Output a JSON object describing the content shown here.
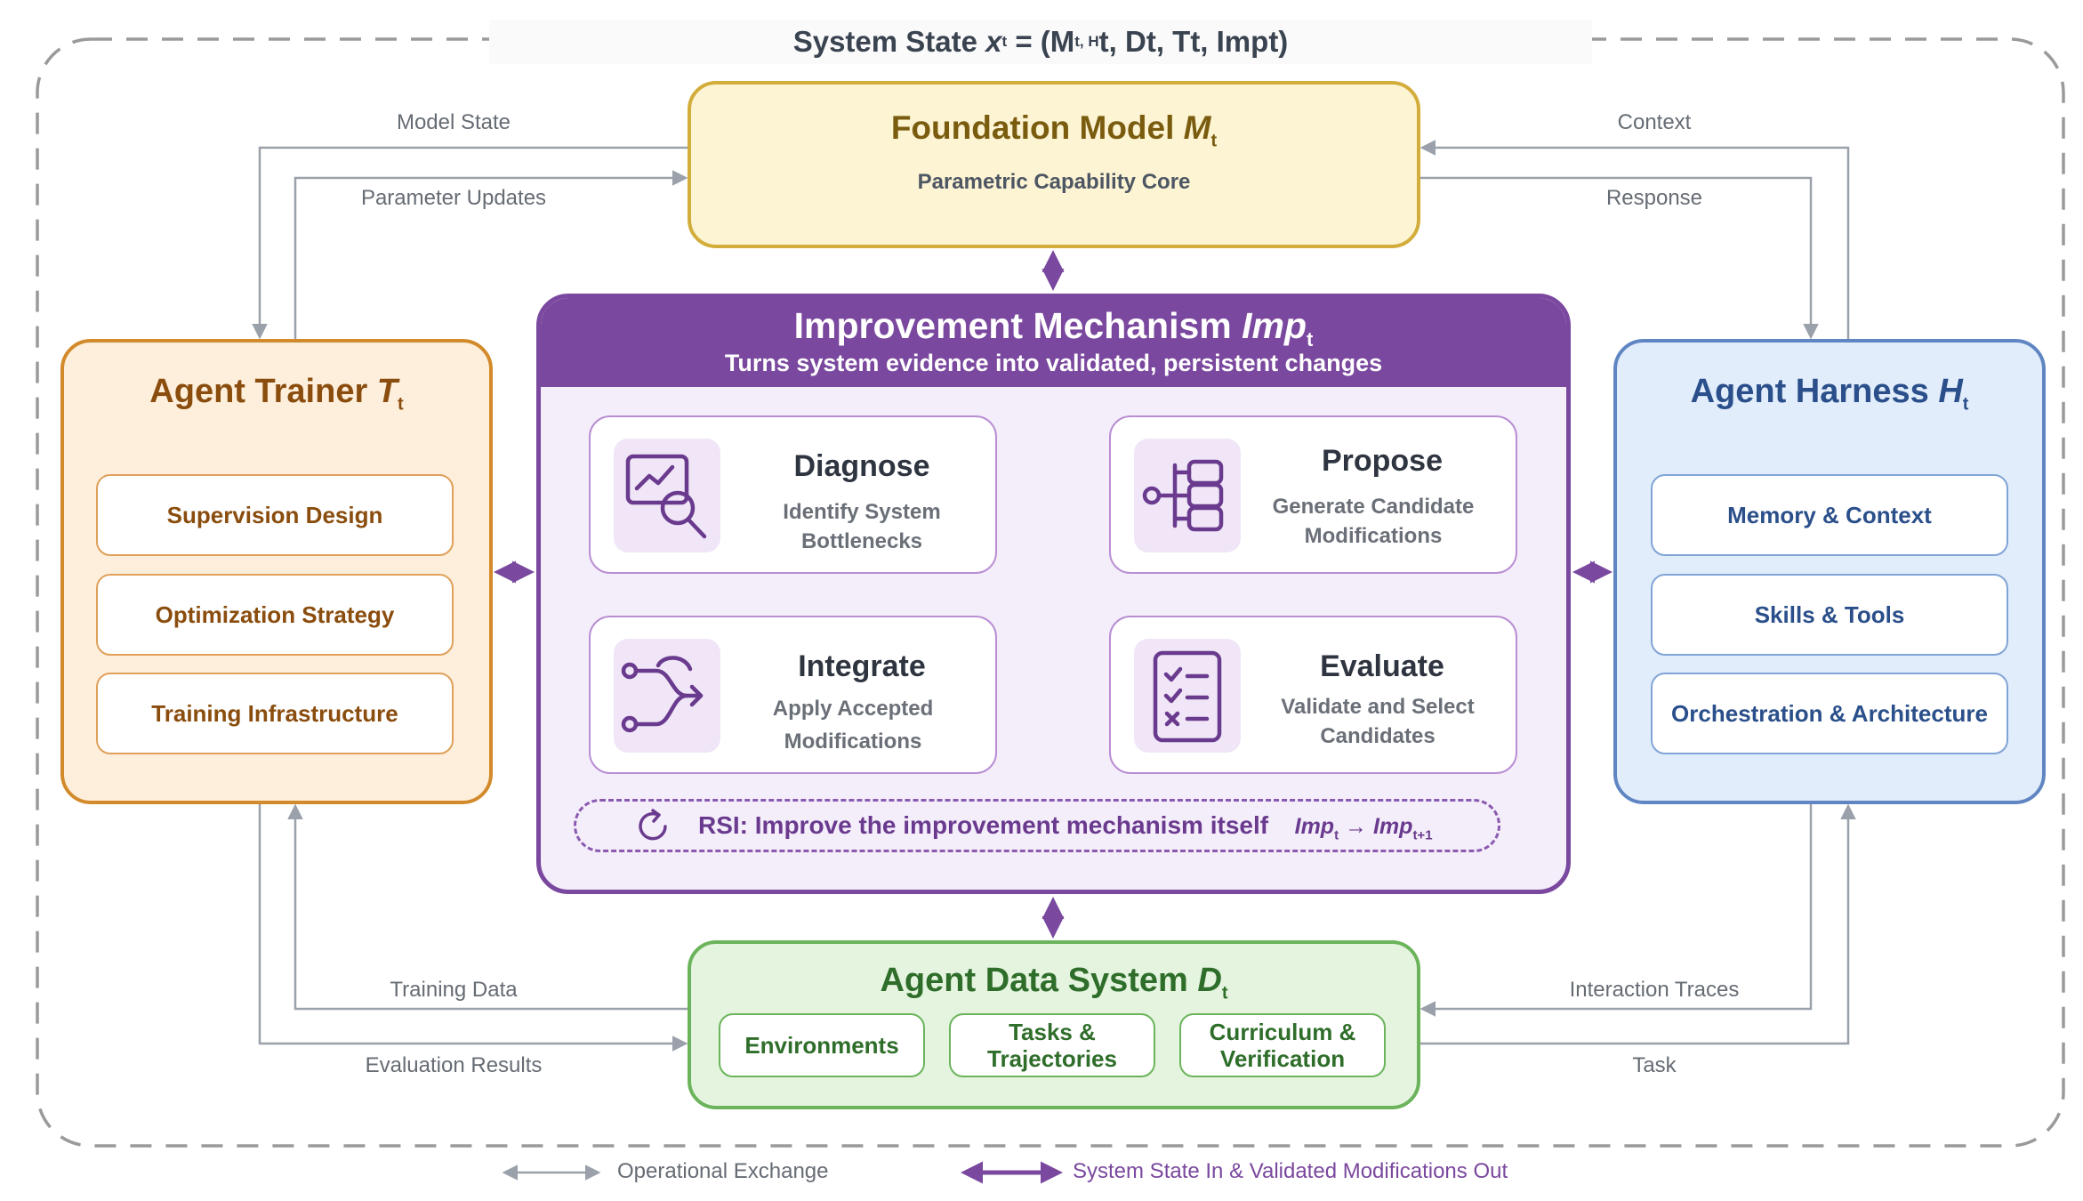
{
  "system_state": {
    "prefix": "System State ",
    "var": "x",
    "sub": "t",
    "suffix": " = (M",
    "tail": "t, H",
    "tail2": "t, D",
    "tail3": "t, T",
    "tail4": "t, Imp",
    "tail5": "t)"
  },
  "foundation_model": {
    "title": "Foundation Model ",
    "symbol": "M",
    "sub": "t",
    "subtitle": "Parametric Capability Core"
  },
  "agent_trainer": {
    "title": "Agent Trainer ",
    "symbol": "T",
    "sub": "t",
    "items": [
      "Supervision Design",
      "Optimization Strategy",
      "Training Infrastructure"
    ]
  },
  "agent_harness": {
    "title": "Agent Harness ",
    "symbol": "H",
    "sub": "t",
    "items": [
      "Memory & Context",
      "Skills & Tools",
      "Orchestration & Architecture"
    ]
  },
  "improvement": {
    "title": "Improvement Mechanism ",
    "symbol": "Imp",
    "sub": "t",
    "subtitle": "Turns system evidence into validated, persistent changes",
    "steps": {
      "diagnose": {
        "title": "Diagnose",
        "line1": "Identify System",
        "line2": "Bottlenecks"
      },
      "propose": {
        "title": "Propose",
        "line1": "Generate Candidate",
        "line2": "Modifications"
      },
      "integrate": {
        "title": "Integrate",
        "line1": "Apply Accepted",
        "line2": "Modifications"
      },
      "evaluate": {
        "title": "Evaluate",
        "line1": "Validate and Select",
        "line2": "Candidates"
      }
    },
    "rsi": {
      "text": "RSI: Improve the improvement mechanism itself",
      "from": "Imp",
      "from_sub": "t",
      "arrow": " → ",
      "to": "Imp",
      "to_sub": "t+1"
    }
  },
  "data_system": {
    "title": "Agent Data System ",
    "symbol": "D",
    "sub": "t",
    "items": [
      {
        "line1": "Environments",
        "line2": ""
      },
      {
        "line1": "Tasks &",
        "line2": "Trajectories"
      },
      {
        "line1": "Curriculum &",
        "line2": "Verification"
      }
    ]
  },
  "edge_labels": {
    "model_state": "Model State",
    "parameter_updates": "Parameter Updates",
    "context": "Context",
    "response": "Response",
    "training_data": "Training Data",
    "evaluation_results": "Evaluation Results",
    "interaction_traces": "Interaction Traces",
    "task": "Task"
  },
  "legend": {
    "operational": "Operational Exchange",
    "state": "System State In & Validated Modifications Out"
  },
  "colors": {
    "gray_arrow": "#9aa1aa",
    "purple": "#7a489e",
    "dashed_border": "#9a9a9a"
  }
}
